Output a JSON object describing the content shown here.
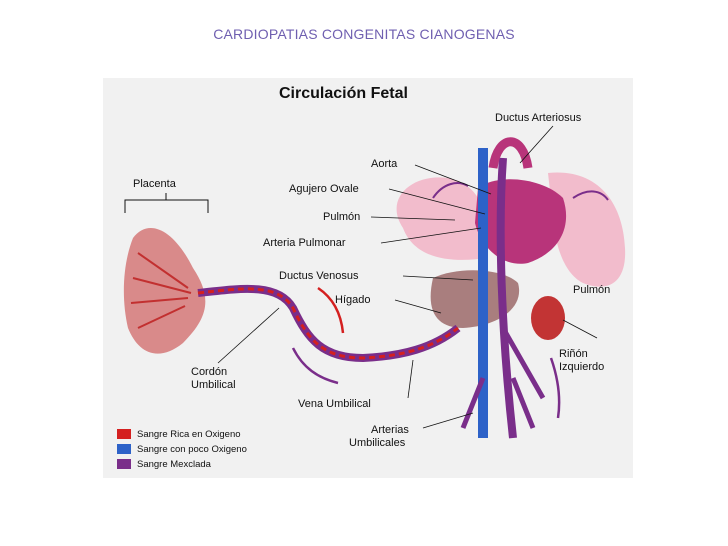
{
  "slide": {
    "title": "CARDIOPATIAS CONGENITAS CIANOGENAS"
  },
  "diagram": {
    "title": "Circulación Fetal",
    "labels": {
      "ductus_arteriosus": "Ductus Arteriosus",
      "aorta": "Aorta",
      "agujero_ovale": "Agujero Ovale",
      "pulmon_left": "Pulmón",
      "arteria_pulmonar": "Arteria Pulmonar",
      "ductus_venosus": "Ductus Venosus",
      "higado": "Hígado",
      "placenta": "Placenta",
      "pulmon_right": "Pulmón",
      "rinon_line1": "Riñón",
      "rinon_line2": "Izquierdo",
      "cordon_line1": "Cordón",
      "cordon_line2": "Umbilical",
      "vena_umbilical": "Vena Umbilical",
      "arterias_line1": "Arterias",
      "arterias_line2": "Umbilicales"
    },
    "legend": [
      {
        "label": "Sangre Rica en Oxigeno",
        "color": "#d42020"
      },
      {
        "label": "Sangre con poco Oxigeno",
        "color": "#2d62c8"
      },
      {
        "label": "Sangre Mexclada",
        "color": "#7a2e8a"
      }
    ],
    "colors": {
      "oxygen_rich": "#d42020",
      "oxygen_poor": "#2d62c8",
      "mixed": "#7a2e8a",
      "lung": "#f2b6c8",
      "liver": "#9c6a6a",
      "heart": "#b8347a",
      "kidney": "#c23434",
      "panel": "#f1f1f1"
    }
  }
}
